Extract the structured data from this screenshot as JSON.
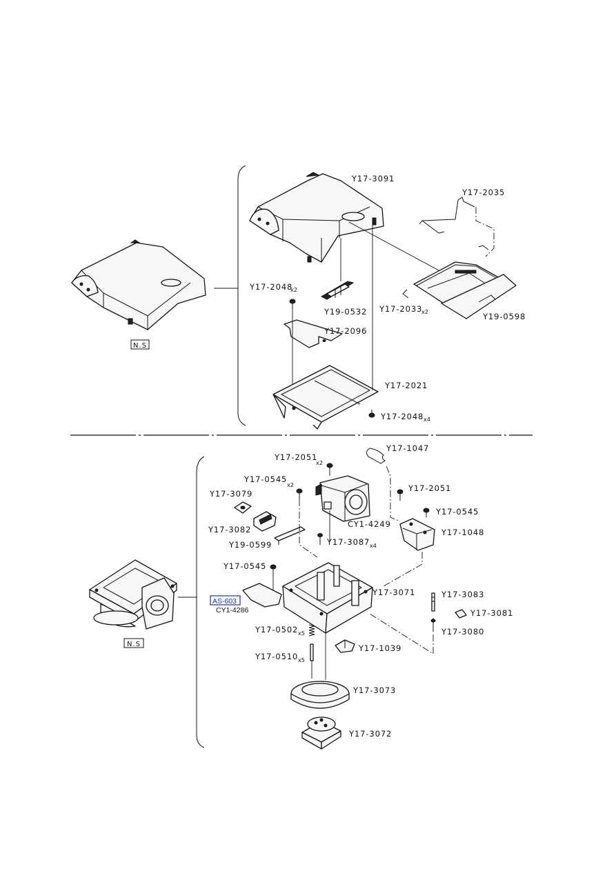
{
  "diagram": {
    "top_section": {
      "overview_badge": "N.S",
      "parts": [
        {
          "id": "y17-3091",
          "text": "Y17-3091"
        },
        {
          "id": "y17-2035",
          "text": "Y17-2035"
        },
        {
          "id": "y17-2048-a",
          "text": "Y17-2048",
          "qty": "x2"
        },
        {
          "id": "y19-0532",
          "text": "Y19-0532"
        },
        {
          "id": "y17-2033",
          "text": "Y17-2033",
          "qty": "x2"
        },
        {
          "id": "y19-0598",
          "text": "Y19-0598"
        },
        {
          "id": "y17-2096",
          "text": "Y17-2096"
        },
        {
          "id": "y17-2021",
          "text": "Y17-2021"
        },
        {
          "id": "y17-2048-b",
          "text": "Y17-2048",
          "qty": "x4"
        }
      ]
    },
    "bottom_section": {
      "overview_badge": "N.S",
      "assembly_link": "AS-603",
      "assembly_ref": "CY1-4286",
      "parts": [
        {
          "id": "y17-1047",
          "text": "Y17-1047"
        },
        {
          "id": "y17-2051-a",
          "text": "Y17-2051",
          "qty": "x2"
        },
        {
          "id": "y17-0545-a",
          "text": "Y17-0545",
          "qty": "x2"
        },
        {
          "id": "y17-3079",
          "text": "Y17-3079"
        },
        {
          "id": "y17-2051-b",
          "text": "Y17-2051"
        },
        {
          "id": "y17-0545-b",
          "text": "Y17-0545"
        },
        {
          "id": "cy1-4249",
          "text": "CY1-4249"
        },
        {
          "id": "y17-3082",
          "text": "Y17-3082"
        },
        {
          "id": "y17-1048",
          "text": "Y17-1048"
        },
        {
          "id": "y19-0599",
          "text": "Y19-0599"
        },
        {
          "id": "y17-3087",
          "text": "Y17-3087",
          "qty": "x4"
        },
        {
          "id": "y17-0545-c",
          "text": "Y17-0545"
        },
        {
          "id": "y17-3071",
          "text": "Y17-3071"
        },
        {
          "id": "y17-3083",
          "text": "Y17-3083"
        },
        {
          "id": "y17-3081",
          "text": "Y17-3081"
        },
        {
          "id": "y17-0502",
          "text": "Y17-0502",
          "qty": "x5"
        },
        {
          "id": "y17-3080",
          "text": "Y17-3080"
        },
        {
          "id": "y17-1039",
          "text": "Y17-1039"
        },
        {
          "id": "y17-0510",
          "text": "Y17-0510",
          "qty": "x5"
        },
        {
          "id": "y17-3073",
          "text": "Y17-3073"
        },
        {
          "id": "y17-3072",
          "text": "Y17-3072"
        }
      ]
    }
  }
}
